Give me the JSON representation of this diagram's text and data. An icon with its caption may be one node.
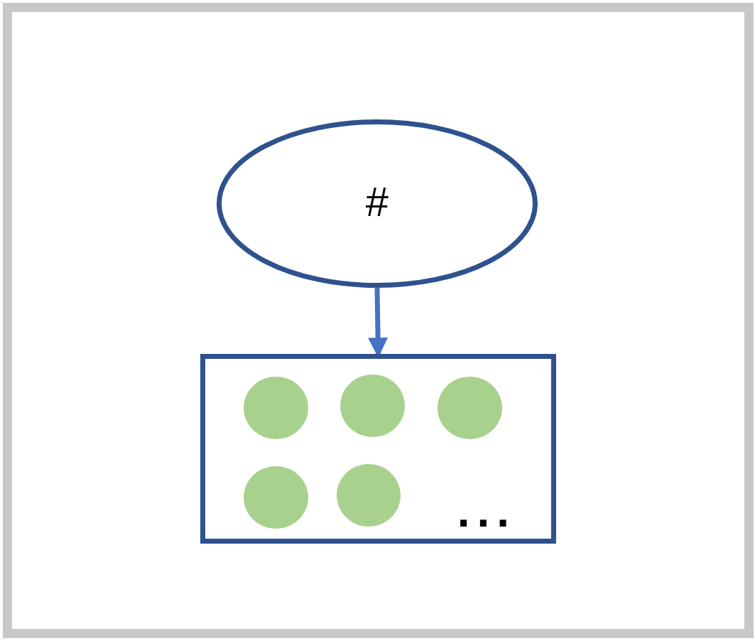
{
  "diagram": {
    "nodes": [
      {
        "text": [
          "#"
        ]
      },
      {
        "text": [
          "..."
        ]
      },
      {
        "text": [],
        "shape": "circle",
        "in": 1
      },
      {
        "text": [],
        "shape": "circle",
        "in": 1
      },
      {
        "text": [],
        "shape": "circle",
        "in": 1
      },
      {
        "text": [],
        "shape": "circle",
        "in": 1
      },
      {
        "text": [],
        "shape": "circle",
        "in": 1
      }
    ],
    "edges": [
      {
        "from": 0,
        "to": 1,
        "arrow": "to"
      }
    ]
  }
}
